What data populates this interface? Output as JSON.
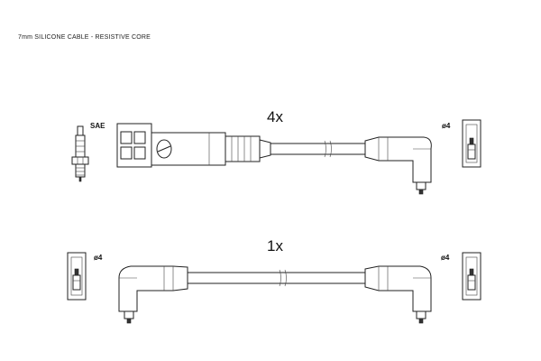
{
  "header": {
    "title": "7mm SILICONE CABLE - RESISTIVE CORE"
  },
  "cables": [
    {
      "quantity": "4x"
    },
    {
      "quantity": "1x"
    }
  ],
  "labels": {
    "spark_plug_standard": "SAE",
    "terminal_diameter": "ø4"
  },
  "colors": {
    "line": "#222222",
    "background": "#ffffff"
  }
}
